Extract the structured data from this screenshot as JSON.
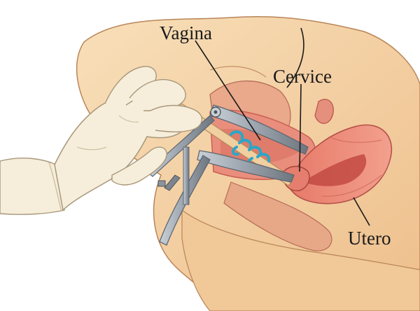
{
  "labels": {
    "vagina": "Vagina",
    "cervix": "Cervice",
    "uterus": "Utero"
  },
  "colors": {
    "skin": "#f4d3a6",
    "skin_shade": "#e8b985",
    "skin_outline": "#b98559",
    "glove": "#f6eedb",
    "glove_outline": "#a9977a",
    "mucosa": "#e98e7d",
    "mucosa_dark": "#c95f52",
    "uterus_pink": "#ef8f7d",
    "speculum": "#9aa3ad",
    "speculum_dark": "#5e6670",
    "swab_stick": "#f0cfa0",
    "brush_blue": "#29a7c9"
  },
  "icons": {
    "hand": "gloved-hand-icon",
    "speculum": "speculum-icon",
    "swab": "cervical-brush-icon"
  }
}
